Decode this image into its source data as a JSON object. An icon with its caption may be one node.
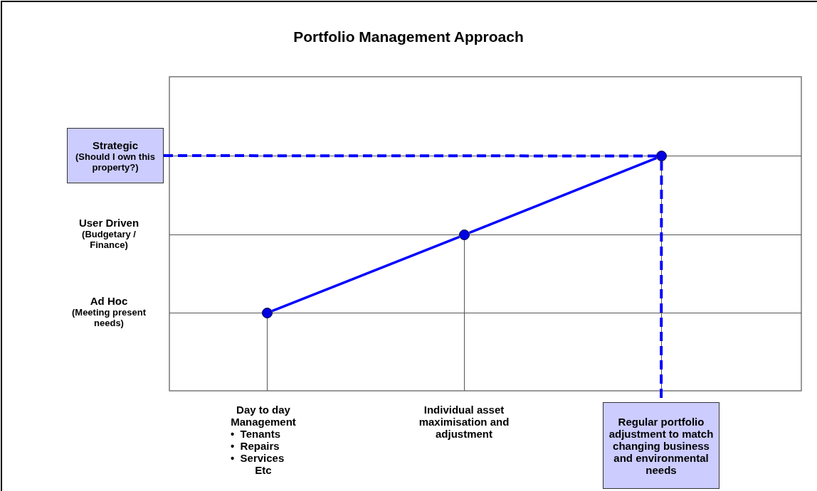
{
  "diagram": {
    "title": "Portfolio Management Approach",
    "nodes": [
      {
        "text": [
          "Strategic",
          "(Should I own this property?)"
        ]
      },
      {
        "text": [
          "User Driven",
          "(Budgetary / Finance)"
        ]
      },
      {
        "text": [
          "Ad Hoc",
          "(Meeting present needs)"
        ]
      },
      {
        "text": [
          "Day to day Management",
          "•  Tenants",
          "•  Repairs",
          "•  Services",
          "Etc"
        ]
      },
      {
        "text": [
          "Individual asset maximisation and adjustment"
        ]
      },
      {
        "text": [
          "Regular portfolio adjustment to match changing business and environmental needs"
        ]
      },
      {
        "text": [],
        "shape": "circle"
      },
      {
        "text": [],
        "shape": "circle"
      },
      {
        "text": [],
        "shape": "circle"
      }
    ],
    "edges": [
      {
        "from": 6,
        "to": 7,
        "arrow": "none"
      },
      {
        "from": 7,
        "to": 8,
        "arrow": "none"
      },
      {
        "from": 0,
        "to": 8,
        "arrow": "none",
        "style": "dashed"
      },
      {
        "from": 8,
        "to": 5,
        "arrow": "none",
        "style": "dashed"
      }
    ]
  }
}
